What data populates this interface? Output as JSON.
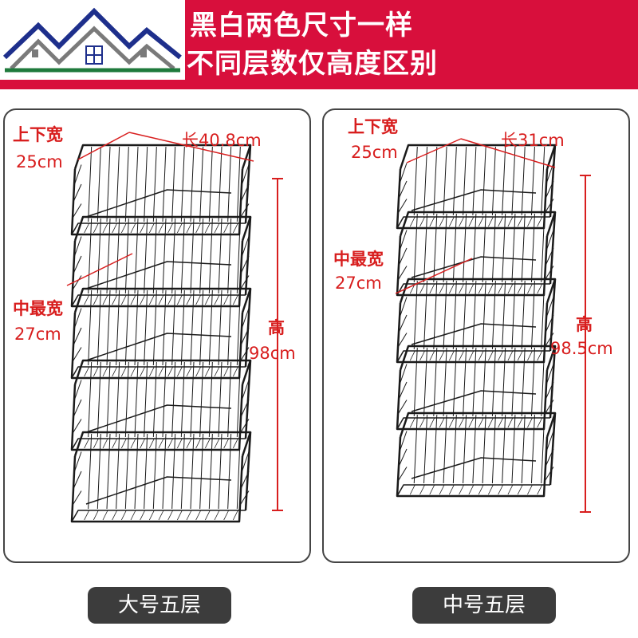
{
  "colors": {
    "banner": "#d80f3c",
    "banner_text": "#ffffff",
    "dimension_red": "#d81e1e",
    "rack_wire": "#1a1a1a",
    "pill_bg": "#3c3c3c",
    "logo_blue": "#1e2f8c",
    "logo_gray": "#7a7a7a",
    "logo_green": "#1f7a3c"
  },
  "logo": {
    "icon": "house-roof-logo-icon"
  },
  "banner": {
    "line1": "黑白两色尺寸一样",
    "line2": "不同层数仅高度区别"
  },
  "large": {
    "depth_title": "上下宽",
    "depth_value": "25cm",
    "length_label": "长40.8cm",
    "mid_title": "中最宽",
    "mid_value": "27cm",
    "height_title": "高",
    "height_value": "98cm",
    "caption": "大号五层"
  },
  "medium": {
    "depth_title": "上下宽",
    "depth_value": "25cm",
    "length_label": "长31cm",
    "mid_title": "中最宽",
    "mid_value": "27cm",
    "height_title": "高",
    "height_value": "98.5cm",
    "caption": "中号五层"
  }
}
